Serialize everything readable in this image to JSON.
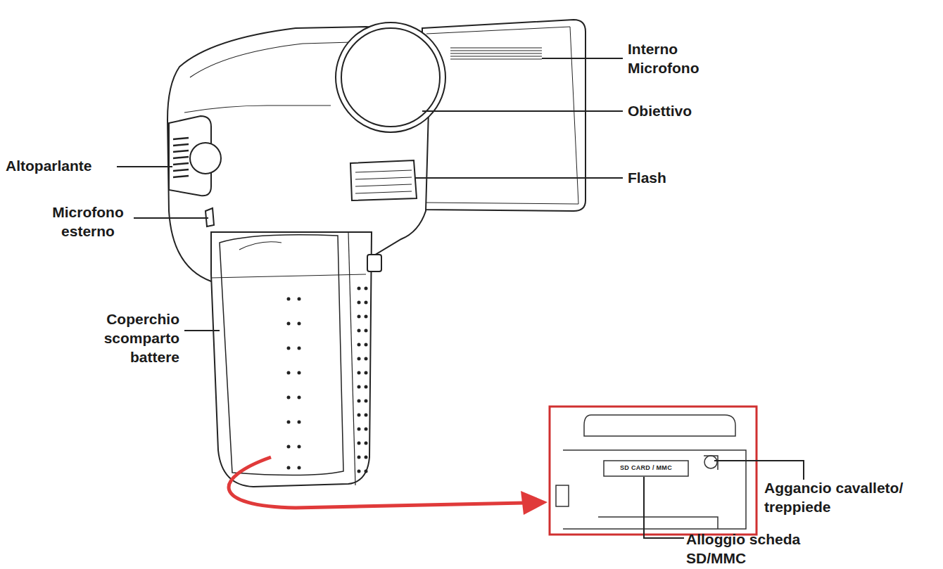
{
  "diagram": {
    "labels": [
      "Interno Microfono",
      "Obiettivo",
      "Flash",
      "Altoparlante",
      "Microfono esterno",
      "Coperchio scomparto battere",
      "SD CARD / MMC",
      "Aggancio cavalleto/ treppiede",
      "Alloggio scheda SD/MMC"
    ]
  }
}
